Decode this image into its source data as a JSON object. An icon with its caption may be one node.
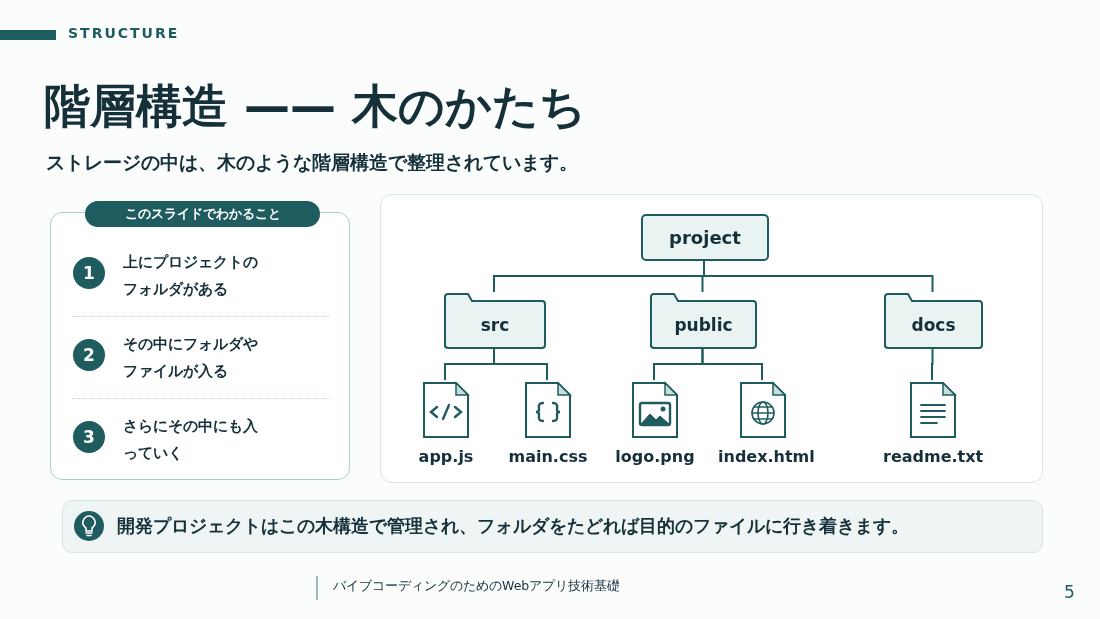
{
  "diagram": {
    "title": "階層構造 —— 木のかたち",
    "nodes": [
      {
        "text": [
          "このスライドでわかること"
        ]
      },
      {
        "text": [
          "1",
          "上にプロジェクトのフォルダがある"
        ],
        "in": 0
      },
      {
        "text": [
          "2",
          "その中にフォルダやファイルが入る"
        ],
        "in": 0
      },
      {
        "text": [
          "3",
          "さらにその中にも入っていく"
        ],
        "in": 0
      },
      {
        "text": [],
        "shape": "box"
      },
      {
        "text": [
          "project"
        ],
        "in": 4
      },
      {
        "text": [
          "src"
        ],
        "in": 4
      },
      {
        "text": [
          "public"
        ],
        "in": 4
      },
      {
        "text": [
          "docs"
        ],
        "in": 4
      },
      {
        "text": [
          "app.js"
        ],
        "in": 4
      },
      {
        "text": [
          "main.css"
        ],
        "in": 4
      },
      {
        "text": [
          "logo.png"
        ],
        "in": 4
      },
      {
        "text": [
          "index.html"
        ],
        "in": 4
      },
      {
        "text": [
          "readme.txt"
        ],
        "in": 4
      },
      {
        "text": [
          "開発プロジェクトはこの木構造で管理され、フォルダをたどれば目的のファイルに行き着きます。"
        ]
      }
    ],
    "edges": [
      {
        "from": 5,
        "to": 6,
        "arrow": "none"
      },
      {
        "from": 5,
        "to": 7,
        "arrow": "none"
      },
      {
        "from": 5,
        "to": 8,
        "arrow": "none"
      },
      {
        "from": 6,
        "to": 9,
        "arrow": "none"
      },
      {
        "from": 6,
        "to": 10,
        "arrow": "none"
      },
      {
        "from": 7,
        "to": 11,
        "arrow": "none"
      },
      {
        "from": 7,
        "to": 12,
        "arrow": "none"
      },
      {
        "from": 8,
        "to": 13,
        "arrow": "none"
      }
    ],
    "labels": [
      "STRUCTURE",
      "ストレージの中は、木のような階層構造で整理されています。",
      "バイブコーディングのためのWebアプリ技術基礎",
      "5"
    ]
  }
}
